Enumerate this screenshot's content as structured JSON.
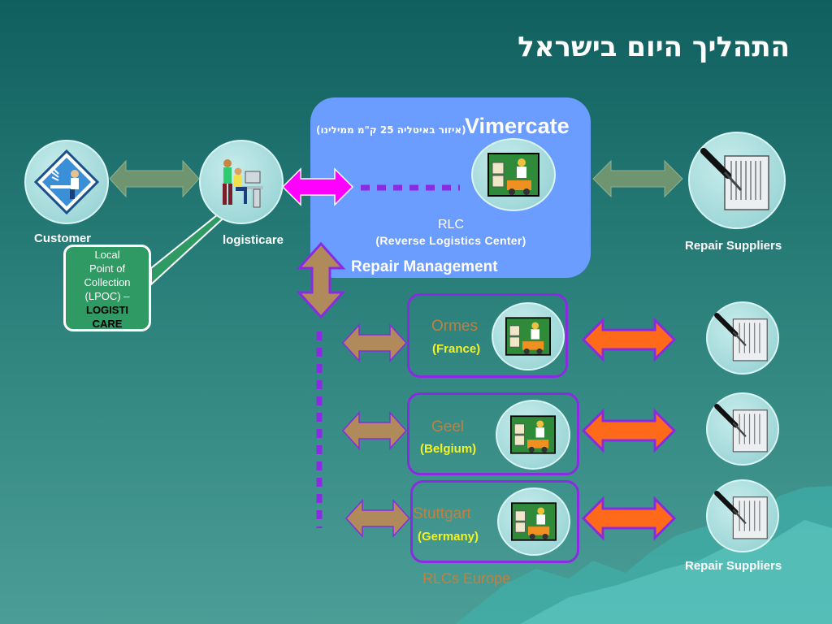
{
  "title": "התהליך היום  בישראל",
  "vimercate": {
    "title": "Vimercate",
    "subtitle": "(איזור באיטליה 25 ק\"מ ממילינו)",
    "rlc_label": "RLC",
    "rlc_sub": "(Reverse Logistics Center)",
    "repair_management": "Repair Management"
  },
  "customer": {
    "label": "Customer"
  },
  "logisticare": {
    "label": "logisticare"
  },
  "lpoc": {
    "line1": "Local",
    "line2": "Point of",
    "line3": "Collection",
    "line4": "(LPOC) –",
    "line5": "LOGISTI",
    "line6": "CARE"
  },
  "repair_suppliers_top": {
    "label": "Repair Suppliers"
  },
  "repair_suppliers_bottom": {
    "label": "Repair Suppliers"
  },
  "rlc_sites": [
    {
      "city": "Ormes",
      "country": "(France)"
    },
    {
      "city": "Geel",
      "country": "(Belgium)"
    },
    {
      "city": "Stuttgart",
      "country": "(Germany)"
    }
  ],
  "rlcs_europe": "RLCs Europe",
  "colors": {
    "vimercate_box": "#6b9cff",
    "magenta_arrow": "#ff00ff",
    "orange_arrow": "#ff6a1a",
    "tan_arrow": "#b08a5a",
    "green_arrow": "#6e9470",
    "purple": "#8a2be2",
    "lpoc_green": "#2f9a63",
    "country_yellow": "#f2f226"
  }
}
